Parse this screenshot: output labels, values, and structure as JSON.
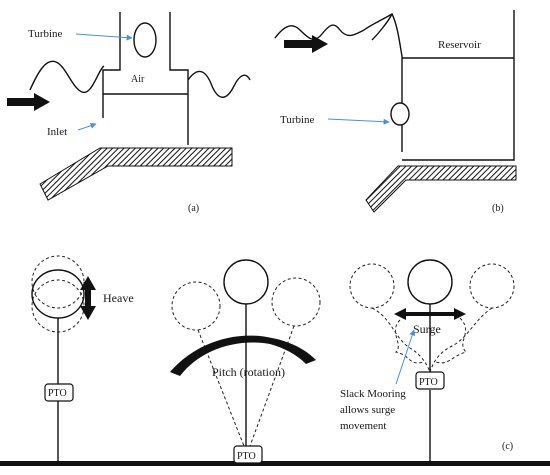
{
  "panel_a": {
    "turbine": "Turbine",
    "air": "Air",
    "inlet": "Inlet",
    "tag": "(a)"
  },
  "panel_b": {
    "reservoir": "Reservoir",
    "turbine": "Turbine",
    "tag": "(b)"
  },
  "panel_c": {
    "heave": "Heave",
    "pto_left": "PTO",
    "pto_center": "PTO",
    "pto_right": "PTO",
    "pitch": "Pitch (rotation)",
    "surge": "Surge",
    "slack_line1": "Slack Mooring",
    "slack_line2": "allows surge",
    "slack_line3": "movement",
    "tag": "(c)"
  },
  "colors": {
    "ink": "#111111",
    "leader_line": "#4a90d9"
  }
}
